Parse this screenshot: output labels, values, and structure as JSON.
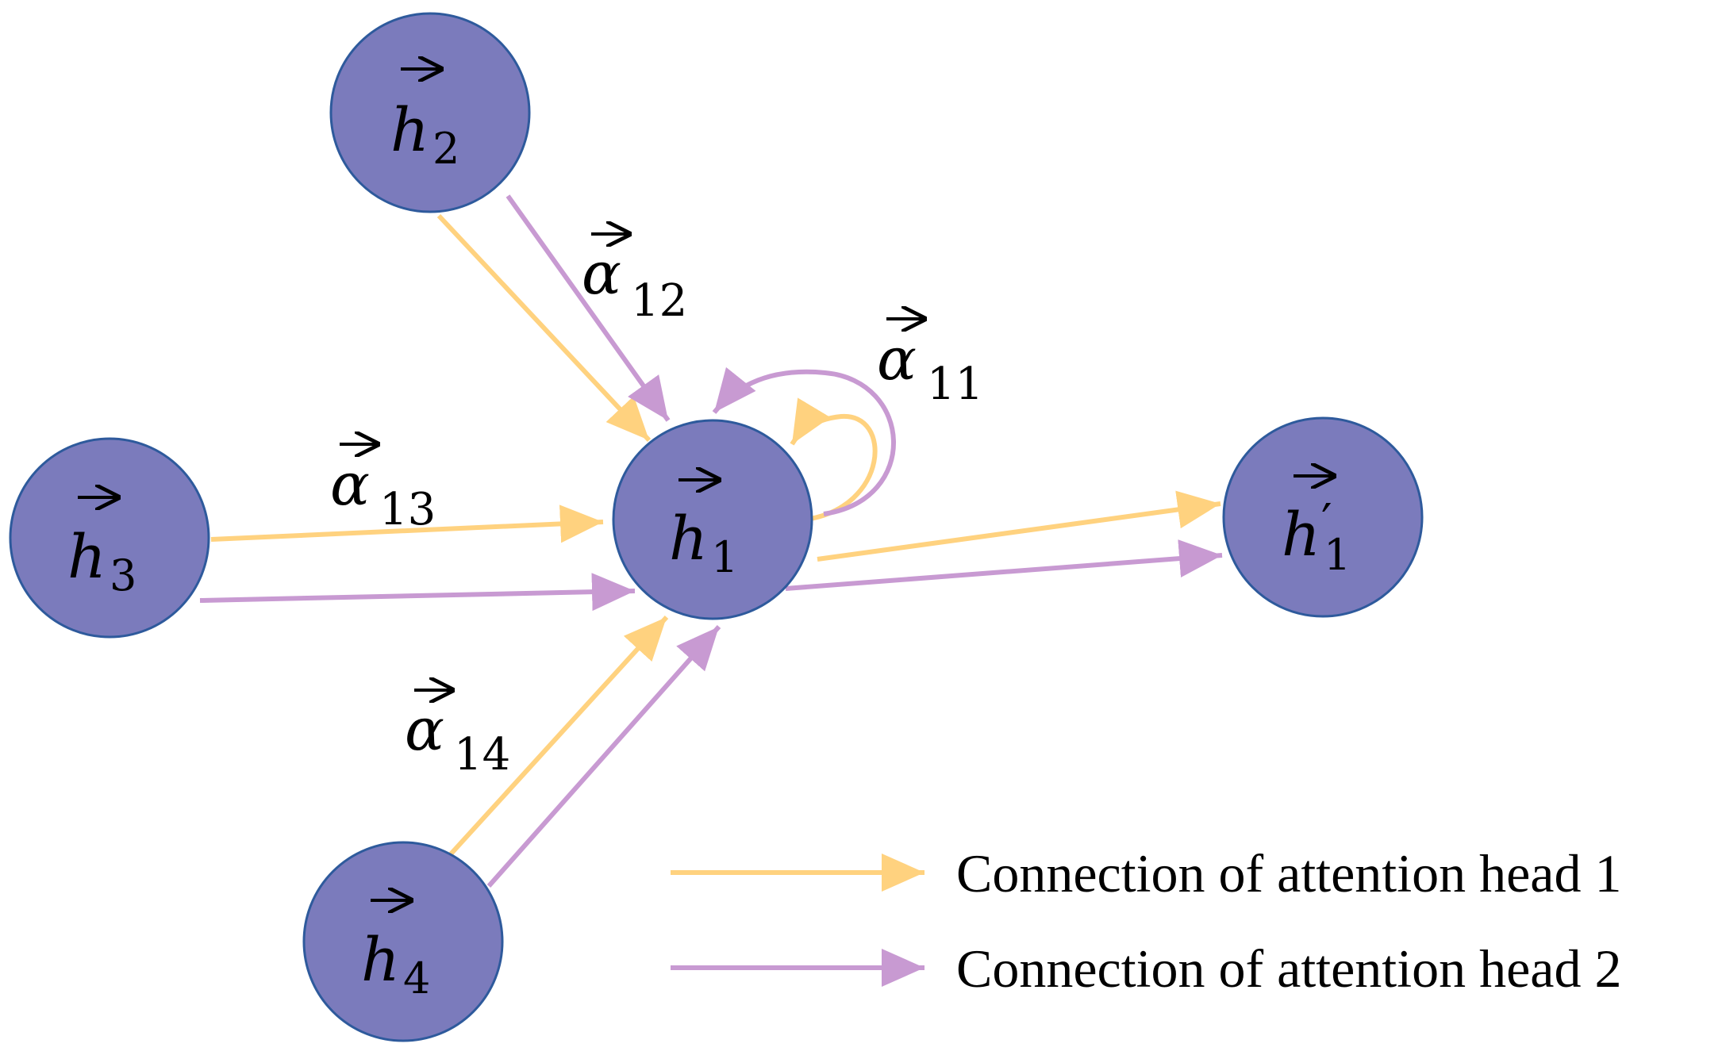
{
  "colors": {
    "head1": "#ffd27f",
    "head2": "#c89ad2",
    "node_fill": "#7b7bbc",
    "node_stroke": "#2e5a9c"
  },
  "nodes": {
    "h1": {
      "var": "h",
      "sub": "1",
      "prime": ""
    },
    "h2": {
      "var": "h",
      "sub": "2",
      "prime": ""
    },
    "h3": {
      "var": "h",
      "sub": "3",
      "prime": ""
    },
    "h4": {
      "var": "h",
      "sub": "4",
      "prime": ""
    },
    "h1_out": {
      "var": "h",
      "sub": "1",
      "prime": "′"
    }
  },
  "edge_labels": {
    "a11": {
      "var": "α",
      "sub": "11"
    },
    "a12": {
      "var": "α",
      "sub": "12"
    },
    "a13": {
      "var": "α",
      "sub": "13"
    },
    "a14": {
      "var": "α",
      "sub": "14"
    }
  },
  "legend": {
    "head1": "Connection of attention head 1",
    "head2": "Connection of attention head 2"
  }
}
